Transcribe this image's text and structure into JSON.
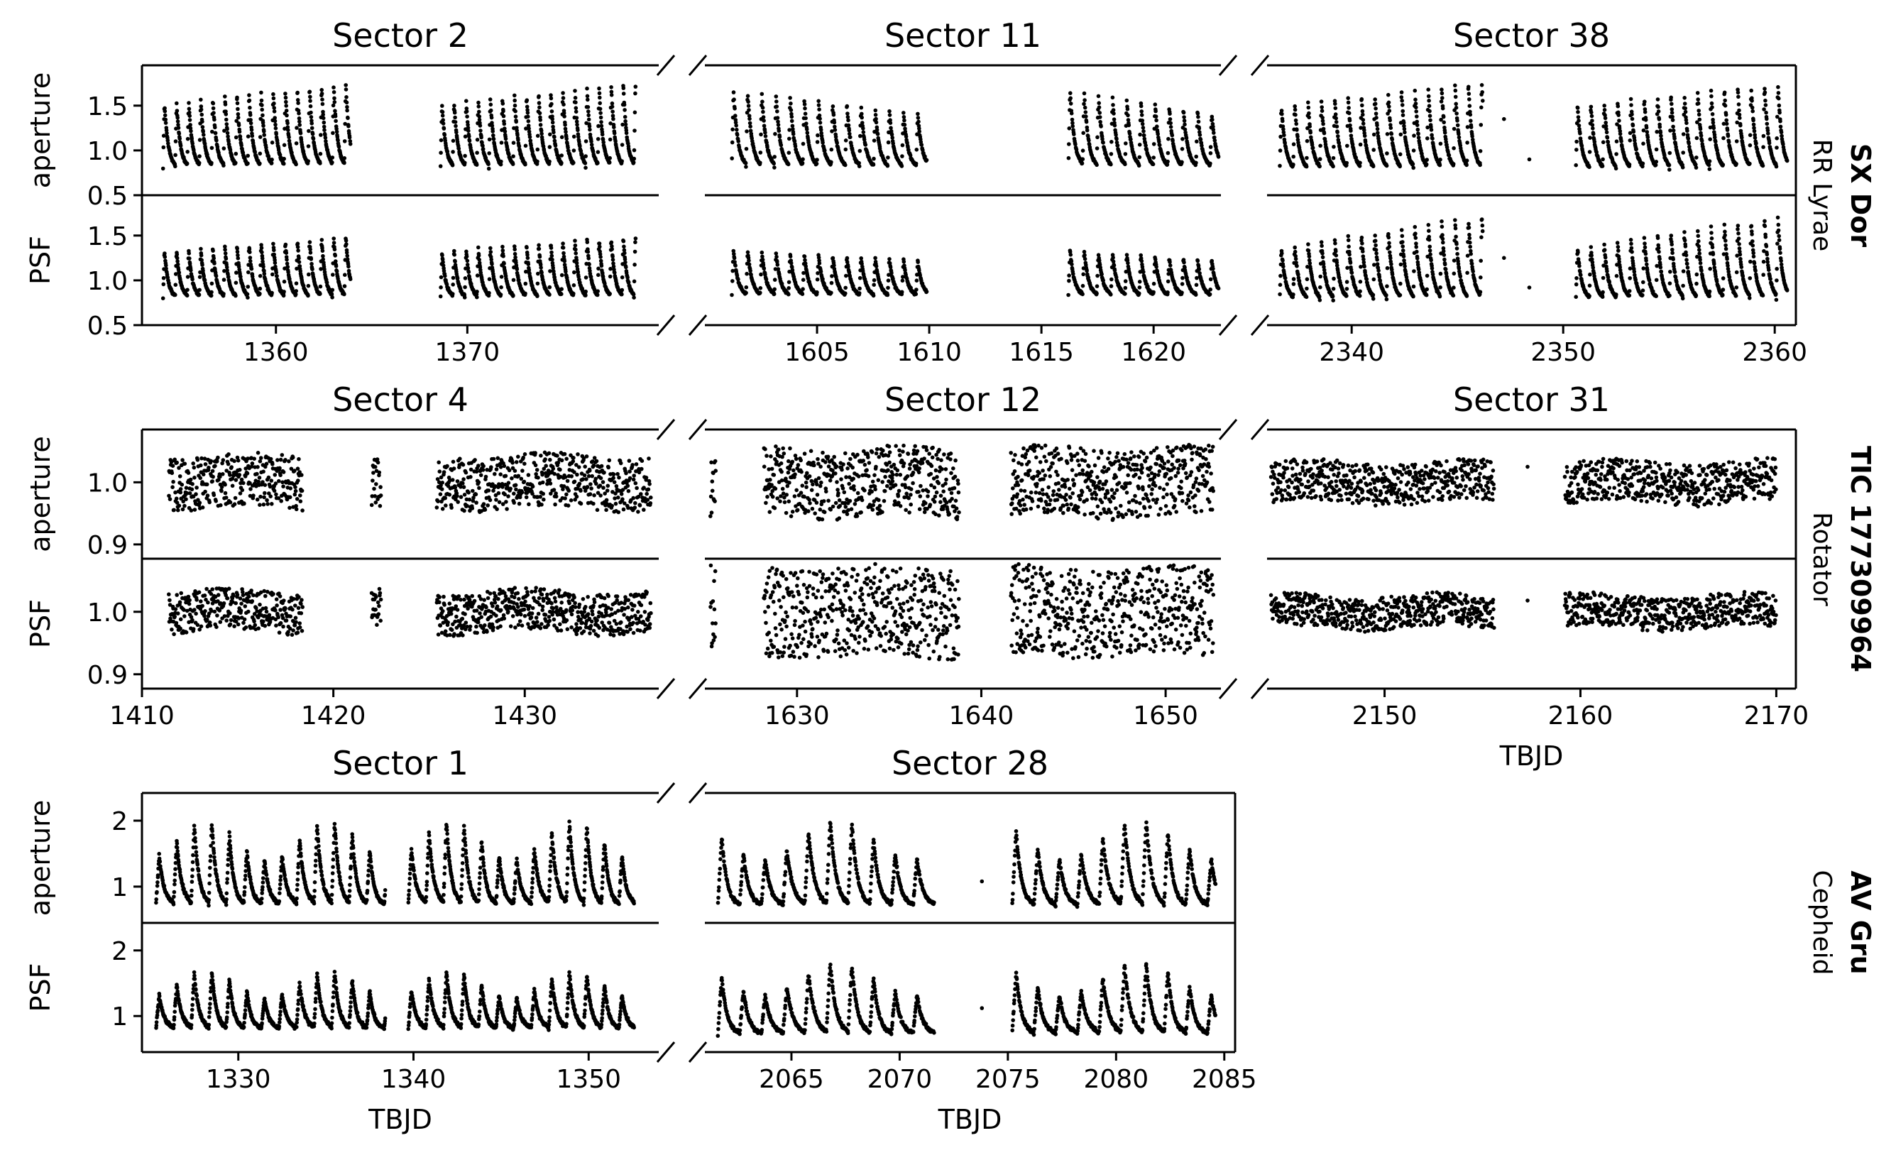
{
  "colors": {
    "points": "#000000",
    "axes": "#000000",
    "background": "#ffffff"
  },
  "chart_data": [
    {
      "type": "scatter",
      "star": "SX Dor",
      "star_type": "RR Lyrae",
      "panels": [
        "aperture",
        "PSF"
      ],
      "xlabel": "",
      "ylim": [
        0.5,
        1.95
      ],
      "yticks": [
        0.5,
        1.0,
        1.5
      ],
      "ytick_labels": [
        "0.5",
        "1.0",
        "1.5"
      ],
      "variability": {
        "kind": "rrlyrae",
        "period": 0.6315
      },
      "sectors": [
        {
          "title": "Sector 2",
          "xlim": [
            1353,
            1380
          ],
          "xticks": [
            1360,
            1370
          ],
          "xtick_labels": [
            "1360",
            "1370"
          ],
          "segments": [
            [
              1354.1,
              1363.9
            ],
            [
              1368.6,
              1378.8
            ]
          ],
          "aperture": {
            "base": 0.8,
            "amp": [
              0.72,
              0.95
            ]
          },
          "psf": {
            "base": 0.8,
            "amp": [
              0.52,
              0.7
            ]
          }
        },
        {
          "title": "Sector 11",
          "xlim": [
            1600,
            1623
          ],
          "xticks": [
            1605,
            1610,
            1615,
            1620
          ],
          "xtick_labels": [
            "1605",
            "1610",
            "1615",
            "1620"
          ],
          "segments": [
            [
              1601.2,
              1609.9
            ],
            [
              1616.2,
              1622.9
            ]
          ],
          "aperture": {
            "base": 0.8,
            "amp": [
              0.88,
              0.6
            ]
          },
          "psf": {
            "base": 0.82,
            "amp": [
              0.52,
              0.4
            ]
          }
        },
        {
          "title": "Sector 38",
          "xlim": [
            2336,
            2361
          ],
          "xticks": [
            2340,
            2350,
            2360
          ],
          "xtick_labels": [
            "2340",
            "2350",
            "2360"
          ],
          "segments": [
            [
              2336.6,
              2346.2
            ],
            [
              2350.6,
              2360.6
            ]
          ],
          "aperture": {
            "base": 0.78,
            "amp": [
              0.72,
              0.98
            ]
          },
          "psf": {
            "base": 0.78,
            "amp": [
              0.58,
              0.95
            ]
          },
          "extra": [
            {
              "x": 2347.2,
              "aperture": 1.35,
              "psf": 1.25
            },
            {
              "x": 2348.4,
              "aperture": 0.9,
              "psf": 0.92
            }
          ]
        }
      ]
    },
    {
      "type": "scatter",
      "star": "TIC 177309964",
      "star_type": "Rotator",
      "panels": [
        "aperture",
        "PSF"
      ],
      "xlabel": "TBJD",
      "ylim": [
        0.877,
        1.085
      ],
      "yticks": [
        0.9,
        1.0
      ],
      "ytick_labels": [
        "0.9",
        "1.0"
      ],
      "variability": {
        "kind": "rotator"
      },
      "sectors": [
        {
          "title": "Sector 4",
          "xlim": [
            1410,
            1437
          ],
          "xticks": [
            1410,
            1420,
            1430
          ],
          "xtick_labels": [
            "1410",
            "1420",
            "1430"
          ],
          "segments": [
            [
              1411.4,
              1418.4
            ],
            [
              1422.0,
              1422.5
            ],
            [
              1425.4,
              1436.6
            ]
          ],
          "aperture": {
            "spread": 0.045
          },
          "psf": {
            "spread": 0.035
          }
        },
        {
          "title": "Sector 12",
          "xlim": [
            1625,
            1653
          ],
          "xticks": [
            1630,
            1640,
            1650
          ],
          "xtick_labels": [
            "1630",
            "1640",
            "1650"
          ],
          "segments": [
            [
              1625.3,
              1625.6
            ],
            [
              1628.2,
              1638.8
            ],
            [
              1641.6,
              1652.6
            ]
          ],
          "aperture": {
            "spread": 0.058
          },
          "psf": {
            "spread": 0.075
          }
        },
        {
          "title": "Sector 31",
          "xlim": [
            2144,
            2171
          ],
          "xticks": [
            2150,
            2160,
            2170
          ],
          "xtick_labels": [
            "2150",
            "2160",
            "2170"
          ],
          "segments": [
            [
              2144.2,
              2155.6
            ],
            [
              2159.2,
              2170.0
            ]
          ],
          "aperture": {
            "spread": 0.035
          },
          "psf": {
            "spread": 0.028
          },
          "extra": [
            {
              "x": 2157.3,
              "aperture": 1.025,
              "psf": 1.018
            }
          ]
        }
      ]
    },
    {
      "type": "scatter",
      "star": "AV Gru",
      "star_type": "Cepheid",
      "panels": [
        "aperture",
        "PSF"
      ],
      "xlabel": "TBJD",
      "ylim": [
        0.45,
        2.42
      ],
      "yticks": [
        1,
        2
      ],
      "ytick_labels": [
        "1",
        "2"
      ],
      "variability": {
        "kind": "cepheid",
        "period": 1.002
      },
      "sectors": [
        {
          "title": "Sector 1",
          "xlim": [
            1324.5,
            1354
          ],
          "xticks": [
            1330,
            1340,
            1350
          ],
          "xtick_labels": [
            "1330",
            "1340",
            "1350"
          ],
          "segments": [
            [
              1325.3,
              1338.4
            ],
            [
              1339.7,
              1352.6
            ]
          ],
          "aperture": {
            "base": 0.72,
            "amp": 1.15
          },
          "psf": {
            "base": 0.8,
            "amp": 0.8
          }
        },
        {
          "title": "Sector 28",
          "xlim": [
            2061,
            2085.5
          ],
          "xticks": [
            2065,
            2070,
            2075,
            2080,
            2085
          ],
          "xtick_labels": [
            "2065",
            "2070",
            "2075",
            "2080",
            "2085"
          ],
          "segments": [
            [
              2061.6,
              2071.6
            ],
            [
              2075.2,
              2084.6
            ]
          ],
          "aperture": {
            "base": 0.7,
            "amp": 1.2
          },
          "psf": {
            "base": 0.72,
            "amp": 1.0
          },
          "extra": [
            {
              "x": 2073.8,
              "aperture": 1.08,
              "psf": 1.12
            }
          ]
        }
      ]
    }
  ]
}
